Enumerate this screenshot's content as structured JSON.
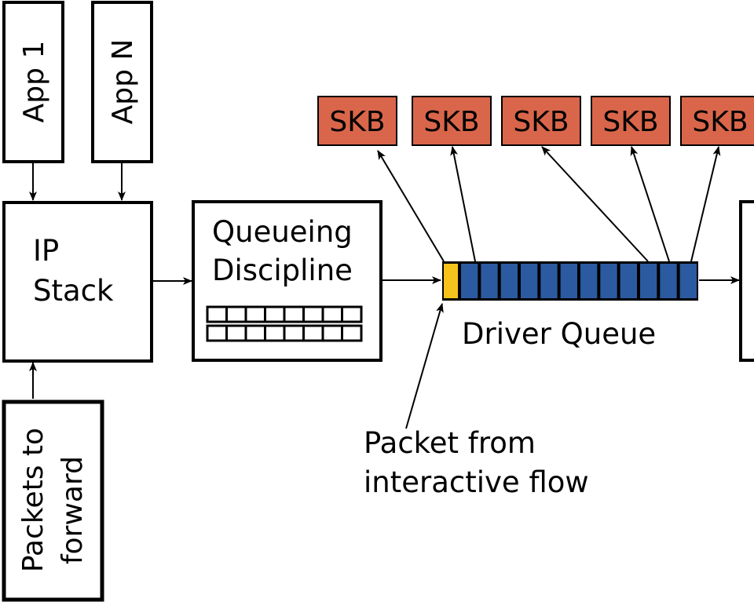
{
  "diagram": {
    "apps": [
      {
        "label": "App 1"
      },
      {
        "label": "App N"
      }
    ],
    "ip_stack": {
      "line1": "IP",
      "line2": "Stack"
    },
    "forward_box": {
      "line1": "Packets to",
      "line2": "forward"
    },
    "qdisc": {
      "line1": "Queueing",
      "line2": "Discipline",
      "rows": 2,
      "cells_per_row": 8
    },
    "driver_queue": {
      "label": "Driver Queue",
      "slots": 13,
      "highlighted_slot": 0
    },
    "skbs": [
      {
        "label": "SKB"
      },
      {
        "label": "SKB"
      },
      {
        "label": "SKB"
      },
      {
        "label": "SKB"
      },
      {
        "label": "SKB"
      }
    ],
    "annotation": {
      "line1": "Packet from",
      "line2": "interactive flow"
    },
    "colors": {
      "skb_fill": "#d9664a",
      "queue_slot": "#2b5aa0",
      "interactive_slot": "#f6c31c",
      "stroke": "#000000"
    }
  }
}
